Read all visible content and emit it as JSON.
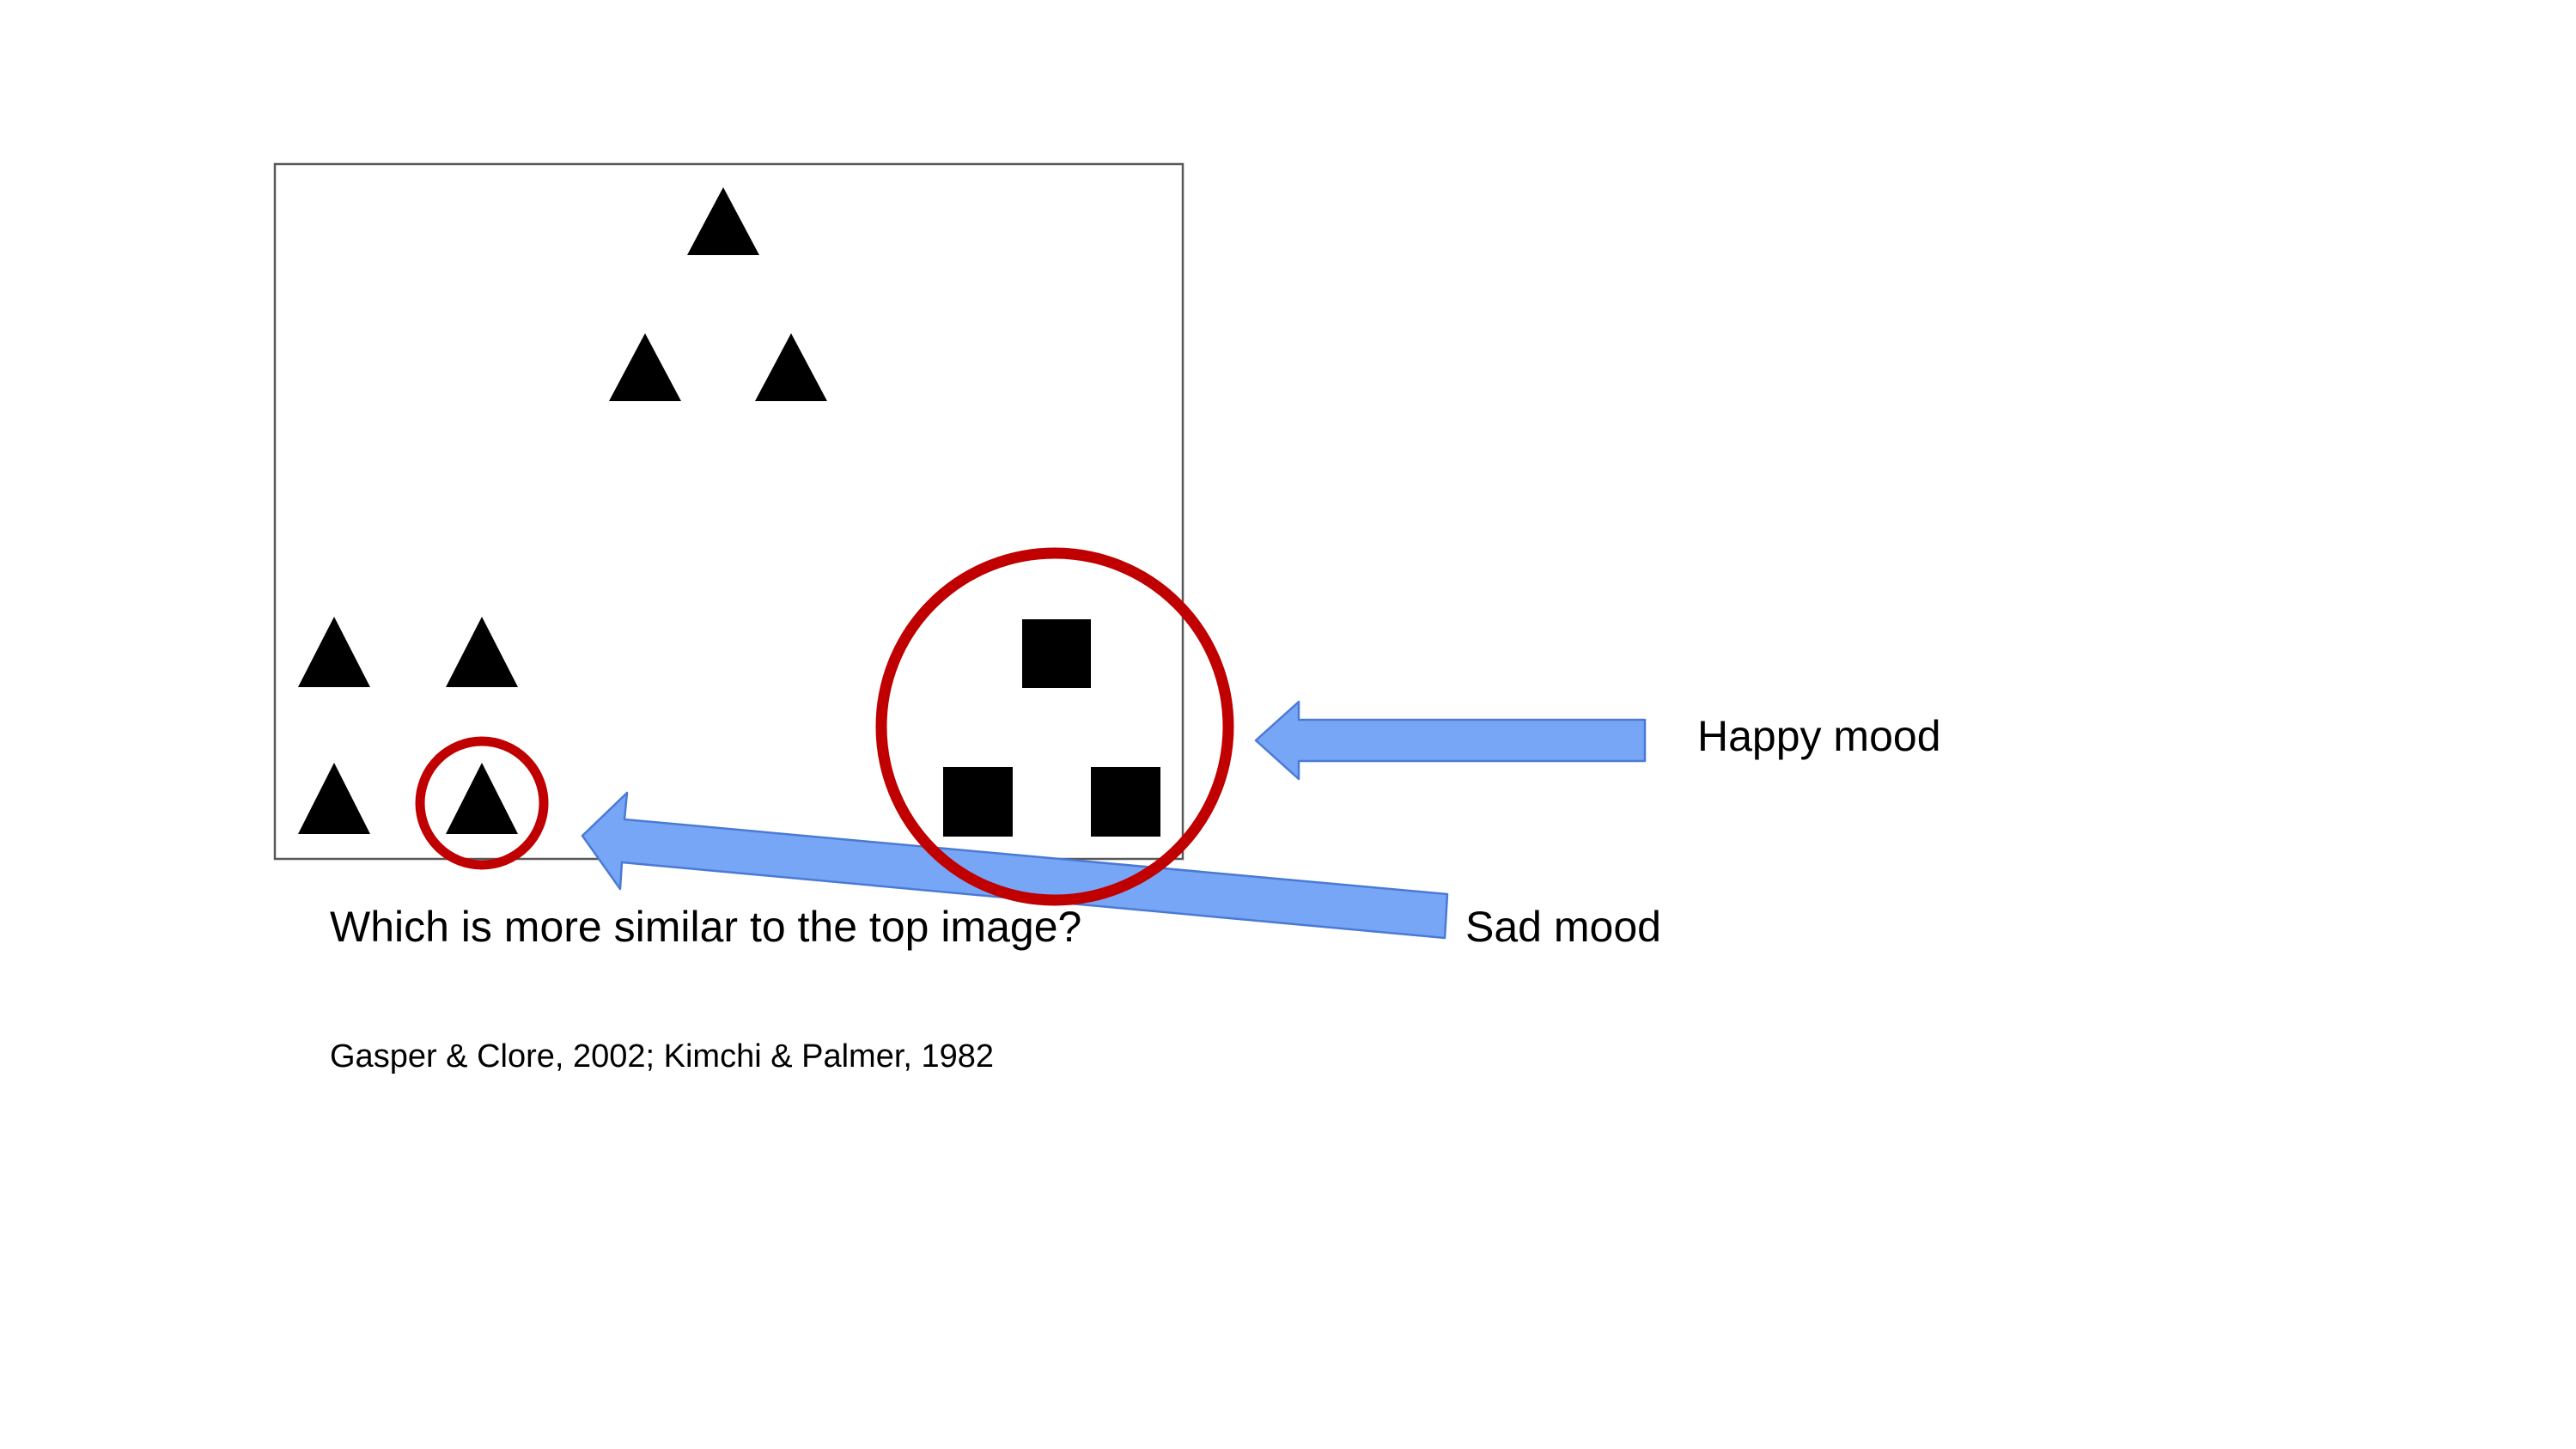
{
  "question": "Which is more similar to the top image?",
  "citation": "Gasper & Clore, 2002; Kimchi & Palmer, 1982",
  "moods": {
    "happy": "Happy mood",
    "sad": "Sad mood"
  },
  "stimulus": {
    "top_figure": {
      "global_shape": "triangle",
      "local_element": "triangle"
    },
    "option_local": {
      "global_shape": "square",
      "local_element": "triangle"
    },
    "option_global": {
      "global_shape": "triangle",
      "local_element": "square"
    }
  },
  "colors": {
    "shape_fill": "#000000",
    "frame": "#595959",
    "highlight_circle": "#c00000",
    "arrow_fill": "#77a6f7",
    "arrow_stroke": "#4a7ad4"
  }
}
